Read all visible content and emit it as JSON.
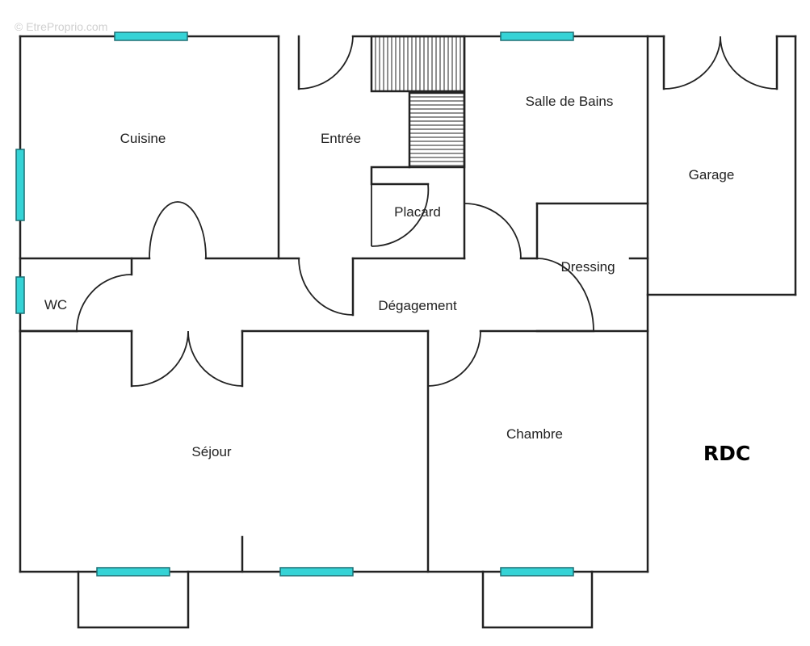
{
  "watermark": "© EtreProprio.com",
  "level": "RDC",
  "rooms": {
    "cuisine": "Cuisine",
    "entree": "Entrée",
    "salle_de_bains": "Salle de Bains",
    "garage": "Garage",
    "placard": "Placard",
    "dressing": "Dressing",
    "wc": "WC",
    "degagement": "Dégagement",
    "sejour": "Séjour",
    "chambre": "Chambre"
  },
  "colors": {
    "walls": "#222222",
    "windows": "#35d3d6",
    "background": "#ffffff"
  }
}
